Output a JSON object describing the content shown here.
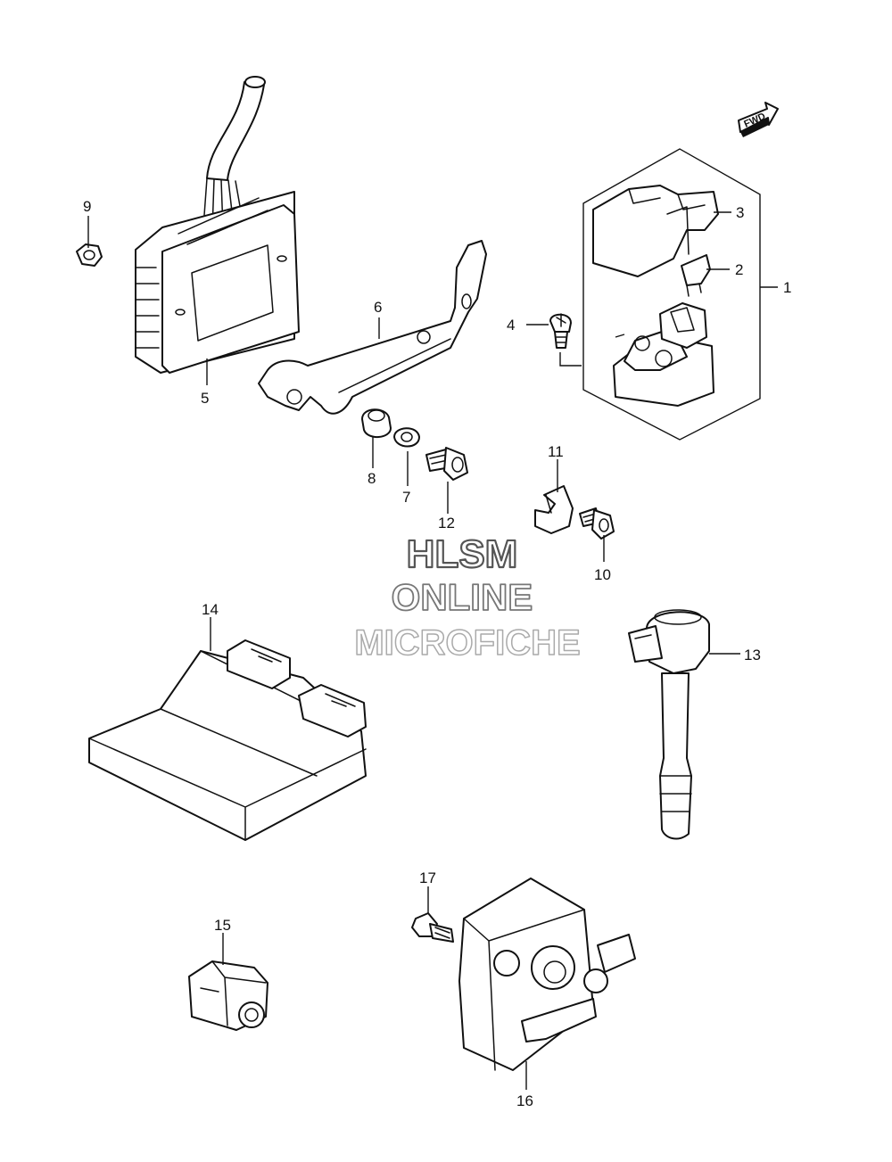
{
  "diagram": {
    "callouts": [
      "1",
      "2",
      "3",
      "4",
      "5",
      "6",
      "7",
      "8",
      "9",
      "10",
      "11",
      "12",
      "13",
      "14",
      "15",
      "16",
      "17"
    ],
    "direction_arrow": "FWD",
    "watermark": {
      "line1": "HLSM",
      "line2": "ONLINE",
      "line3": "MICROFICHE"
    }
  }
}
